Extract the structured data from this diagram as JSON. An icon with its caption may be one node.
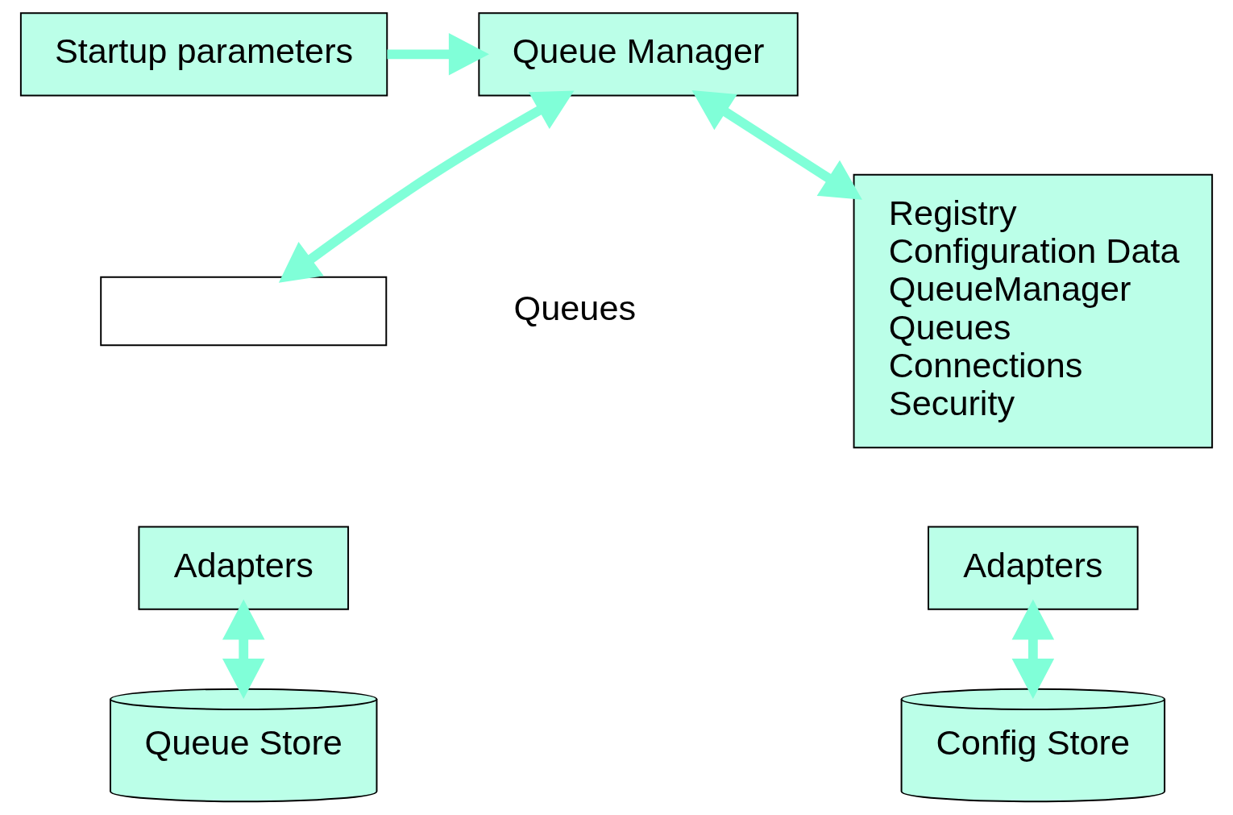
{
  "diagram": {
    "nodes": [
      {
        "text": [
          "Queue Manager"
        ]
      },
      {
        "text": [
          "Startup parameters"
        ]
      },
      {
        "text": [
          "Registry",
          "Configuration Data",
          "QueueManager",
          "Queues",
          "Connections",
          "Security"
        ]
      },
      {
        "text": [
          "Adapters"
        ]
      },
      {
        "text": [],
        "shape": "box",
        "beside": [
          "Queues"
        ]
      },
      {
        "text": [
          "Adapters"
        ]
      },
      {
        "text": [
          "Queue Store"
        ]
      },
      {
        "text": [
          "Config Store"
        ]
      }
    ],
    "edges": [
      {
        "from": 1,
        "to": 0,
        "arrow": "to"
      },
      {
        "from": 0,
        "to": 2,
        "arrow": "both"
      },
      {
        "from": 0,
        "to": 4,
        "arrow": "both"
      },
      {
        "from": 5,
        "to": 6,
        "arrow": "both"
      },
      {
        "from": 3,
        "to": 7,
        "arrow": "both"
      }
    ]
  }
}
